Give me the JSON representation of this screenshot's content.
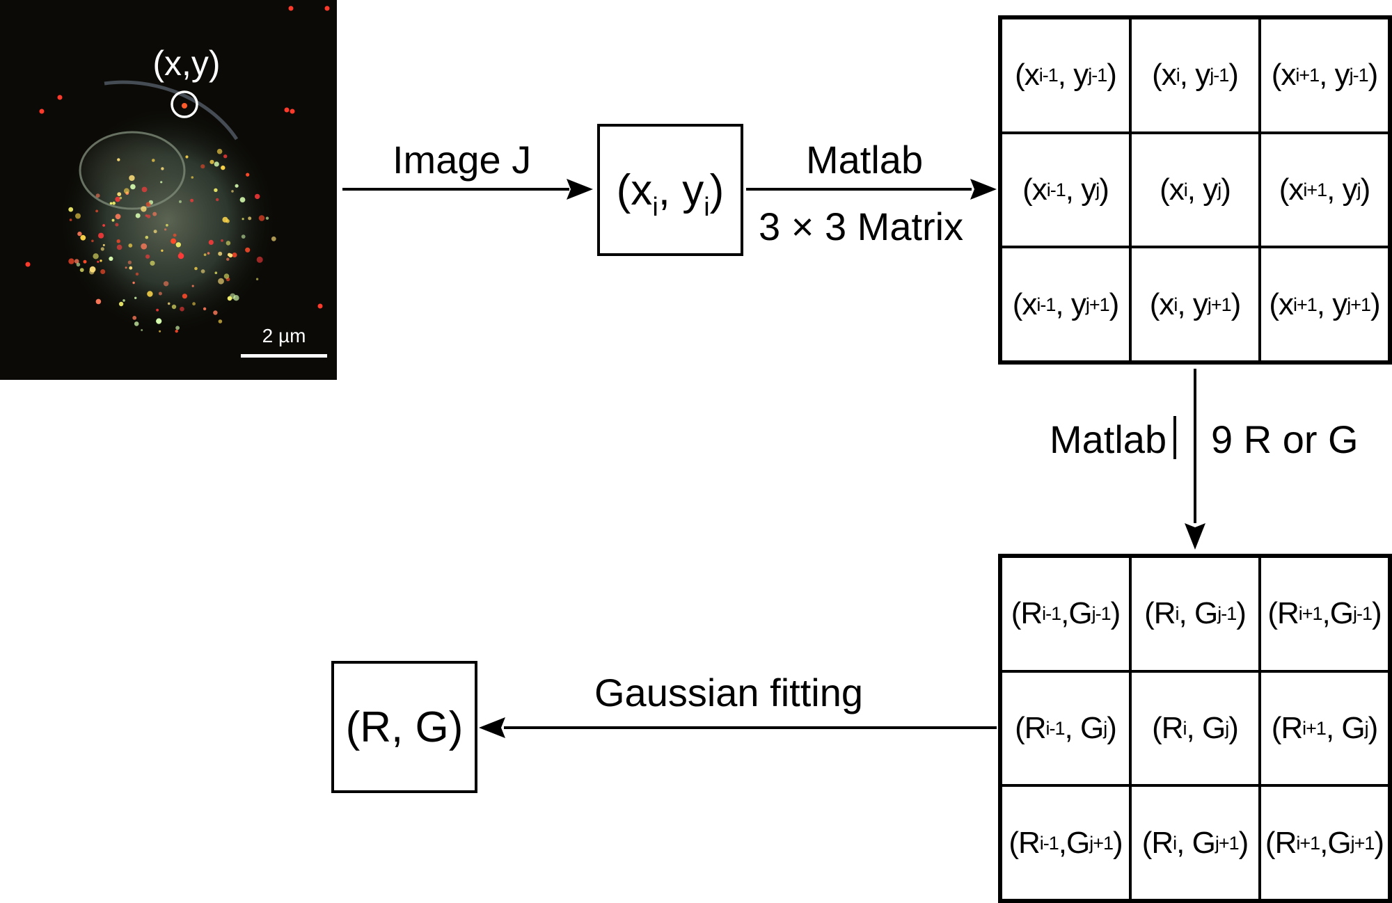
{
  "image_panel": {
    "point_label": "(x,y)",
    "scale_bar_label": "2 µm"
  },
  "arrows": {
    "imagej": "Image J",
    "matlab_top": "Matlab",
    "matrix": "3 × 3 Matrix",
    "matlab_right": "Matlab",
    "nine_rg": "9 R or G",
    "gaussian": "Gaussian fitting"
  },
  "coord_box": {
    "open": "(x",
    "sub1": "i",
    "mid": ", y",
    "sub2": "i",
    "close": ")"
  },
  "result_box": {
    "label": "(R, G)"
  },
  "xy_matrix": [
    [
      {
        "a": "(x",
        "as": "i-1",
        "b": ", y",
        "bs": "j-1",
        "c": ")"
      },
      {
        "a": "(x",
        "as": "i",
        "b": ", y",
        "bs": "j-1",
        "c": ")"
      },
      {
        "a": "(x",
        "as": "i+1",
        "b": ", y",
        "bs": "j-1",
        "c": ")"
      }
    ],
    [
      {
        "a": "(x",
        "as": "i-1",
        "b": ", y",
        "bs": "j",
        "c": ")"
      },
      {
        "a": "(x",
        "as": "i",
        "b": ", y",
        "bs": "j",
        "c": ")"
      },
      {
        "a": "(x",
        "as": "i+1",
        "b": ", y",
        "bs": "j",
        "c": ")"
      }
    ],
    [
      {
        "a": "(x",
        "as": "i-1",
        "b": ", y",
        "bs": "j+1",
        "c": ")"
      },
      {
        "a": "(x",
        "as": "i",
        "b": ", y",
        "bs": "j+1",
        "c": ")"
      },
      {
        "a": "(x",
        "as": "i+1",
        "b": ", y",
        "bs": "j+1",
        "c": ")"
      }
    ]
  ],
  "rg_matrix": [
    [
      {
        "a": "(R",
        "as": "i-1",
        "b": ",G",
        "bs": "j-1",
        "c": ")"
      },
      {
        "a": "(R",
        "as": "i",
        "b": ", G",
        "bs": "j-1",
        "c": ")"
      },
      {
        "a": "(R",
        "as": "i+1",
        "b": ",G",
        "bs": "j-1",
        "c": ")"
      }
    ],
    [
      {
        "a": "(R",
        "as": "i-1",
        "b": ", G",
        "bs": "j",
        "c": ")"
      },
      {
        "a": "(R",
        "as": "i",
        "b": ", G",
        "bs": "j",
        "c": ")"
      },
      {
        "a": "(R",
        "as": "i+1",
        "b": ", G",
        "bs": "j",
        "c": ")"
      }
    ],
    [
      {
        "a": "(R",
        "as": "i-1",
        "b": ",G",
        "bs": "j+1",
        "c": ")"
      },
      {
        "a": "(R",
        "as": "i",
        "b": ", G",
        "bs": "j+1",
        "c": ")"
      },
      {
        "a": "(R",
        "as": "i+1",
        "b": ",G",
        "bs": "j+1",
        "c": ")"
      }
    ]
  ],
  "colors": {
    "line": "#000000",
    "cell_image_bg": "#0b0a06",
    "circle": "#ffffff"
  }
}
